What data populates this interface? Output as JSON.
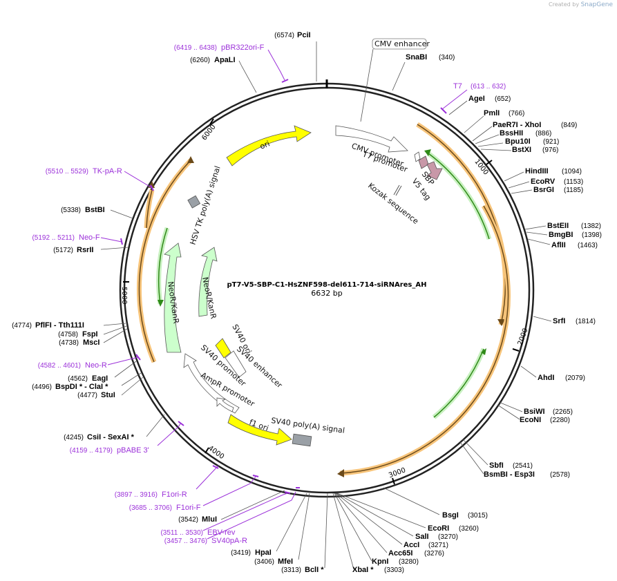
{
  "branding": {
    "created_by": "Created by",
    "app": "SnapGene"
  },
  "plasmid": {
    "name": "pT7-V5-SBP-C1-HsZNF598-del611-714-siRNAres_AH",
    "length_text": "6632 bp",
    "length": 6632
  },
  "colors": {
    "primer": "#9b30d9",
    "ori": "#ffff00",
    "resistance": "#ccffcc",
    "promoter": "#ffffff",
    "tag": "#c898a8",
    "polyA": "#9aa0a6",
    "orf": "#f7c47a",
    "resistance_stroke": "#3a8f1f"
  },
  "tick_labels": [
    {
      "value": 1000,
      "text": "1000"
    },
    {
      "value": 2000,
      "text": "2000"
    },
    {
      "value": 3000,
      "text": "3000"
    },
    {
      "value": 4000,
      "text": "4000"
    },
    {
      "value": 5000,
      "text": "5000"
    },
    {
      "value": 6000,
      "text": "6000"
    }
  ],
  "sites": [
    {
      "name": "PciI",
      "pos": "(6574)",
      "side": "top"
    },
    {
      "name": "ApaLI",
      "pos": "(6260)",
      "side": "left"
    },
    {
      "name": "SnaBI",
      "pos": "(340)",
      "side": "right"
    },
    {
      "name": "AgeI",
      "pos": "(652)",
      "side": "right"
    },
    {
      "name": "PmlI",
      "pos": "(766)",
      "side": "right"
    },
    {
      "name": "PaeR7I - XhoI",
      "pos": "(849)",
      "side": "right"
    },
    {
      "name": "BssHII",
      "pos": "(886)",
      "side": "right"
    },
    {
      "name": "Bpu10I",
      "pos": "(921)",
      "side": "right"
    },
    {
      "name": "BstXI",
      "pos": "(976)",
      "side": "right"
    },
    {
      "name": "HindIII",
      "pos": "(1094)",
      "side": "right"
    },
    {
      "name": "EcoRV",
      "pos": "(1153)",
      "side": "right"
    },
    {
      "name": "BsrGI",
      "pos": "(1185)",
      "side": "right"
    },
    {
      "name": "BstEII",
      "pos": "(1382)",
      "side": "right"
    },
    {
      "name": "BmgBI",
      "pos": "(1398)",
      "side": "right"
    },
    {
      "name": "AflII",
      "pos": "(1463)",
      "side": "right"
    },
    {
      "name": "SrfI",
      "pos": "(1814)",
      "side": "right"
    },
    {
      "name": "AhdI",
      "pos": "(2079)",
      "side": "right"
    },
    {
      "name": "BsiWI",
      "pos": "(2265)",
      "side": "right"
    },
    {
      "name": "EcoNI",
      "pos": "(2280)",
      "side": "right"
    },
    {
      "name": "SbfI",
      "pos": "(2541)",
      "side": "right"
    },
    {
      "name": "BsmBI - Esp3I",
      "pos": "(2578)",
      "side": "right"
    },
    {
      "name": "BsgI",
      "pos": "(3015)",
      "side": "right"
    },
    {
      "name": "EcoRI",
      "pos": "(3260)",
      "side": "right"
    },
    {
      "name": "SalI",
      "pos": "(3270)",
      "side": "right"
    },
    {
      "name": "AccI",
      "pos": "(3271)",
      "side": "right"
    },
    {
      "name": "Acc65I",
      "pos": "(3276)",
      "side": "right"
    },
    {
      "name": "KpnI",
      "pos": "(3280)",
      "side": "right"
    },
    {
      "name": "XbaI *",
      "pos": "(3303)",
      "side": "right"
    },
    {
      "name": "BclI *",
      "pos": "(3313)",
      "side": "left"
    },
    {
      "name": "MfeI",
      "pos": "(3406)",
      "side": "left"
    },
    {
      "name": "HpaI",
      "pos": "(3419)",
      "side": "left"
    },
    {
      "name": "MluI",
      "pos": "(3542)",
      "side": "left"
    },
    {
      "name": "CsiI - SexAI *",
      "pos": "(4245)",
      "side": "left"
    },
    {
      "name": "StuI",
      "pos": "(4477)",
      "side": "left"
    },
    {
      "name": "BspDI * - ClaI *",
      "pos": "(4496)",
      "side": "left"
    },
    {
      "name": "EagI",
      "pos": "(4562)",
      "side": "left"
    },
    {
      "name": "MscI",
      "pos": "(4738)",
      "side": "left"
    },
    {
      "name": "FspI",
      "pos": "(4758)",
      "side": "left"
    },
    {
      "name": "PflFI - Tth111I",
      "pos": "(4774)",
      "side": "left"
    },
    {
      "name": "RsrII",
      "pos": "(5172)",
      "side": "left"
    },
    {
      "name": "BstBI",
      "pos": "(5338)",
      "side": "left"
    }
  ],
  "primers": [
    {
      "name": "pBR322ori-F",
      "pos": "(6419 .. 6438)"
    },
    {
      "name": "T7",
      "pos": "(613 .. 632)"
    },
    {
      "name": "TK-pA-R",
      "pos": "(5510 .. 5529)"
    },
    {
      "name": "Neo-F",
      "pos": "(5192 .. 5211)"
    },
    {
      "name": "Neo-R",
      "pos": "(4582 .. 4601)"
    },
    {
      "name": "pBABE 3'",
      "pos": "(4159 .. 4179)"
    },
    {
      "name": "F1ori-R",
      "pos": "(3897 .. 3916)"
    },
    {
      "name": "F1ori-F",
      "pos": "(3685 .. 3706)"
    },
    {
      "name": "EBV-rev",
      "pos": "(3511 .. 3530)"
    },
    {
      "name": "SV40pA-R",
      "pos": "(3457 .. 3476)"
    }
  ],
  "features": [
    {
      "name": "CMV enhancer",
      "type": "promoter"
    },
    {
      "name": "CMV promoter",
      "type": "promoter"
    },
    {
      "name": "T7 promoter",
      "type": "promoter"
    },
    {
      "name": "Kozak sequence",
      "type": "misc"
    },
    {
      "name": "V5 tag",
      "type": "tag"
    },
    {
      "name": "SBP",
      "type": "tag"
    },
    {
      "name": "ori",
      "type": "ori"
    },
    {
      "name": "HSV TK poly(A) signal",
      "type": "polyA"
    },
    {
      "name": "NeoR/KanR",
      "type": "resistance"
    },
    {
      "name": "NeoR/KanR",
      "type": "resistance"
    },
    {
      "name": "SV40 ori",
      "type": "ori"
    },
    {
      "name": "SV40 enhancer",
      "type": "promoter"
    },
    {
      "name": "SV40 promoter",
      "type": "promoter"
    },
    {
      "name": "AmpR promoter",
      "type": "promoter"
    },
    {
      "name": "f1 ori",
      "type": "ori"
    },
    {
      "name": "SV40 poly(A) signal",
      "type": "polyA"
    }
  ]
}
